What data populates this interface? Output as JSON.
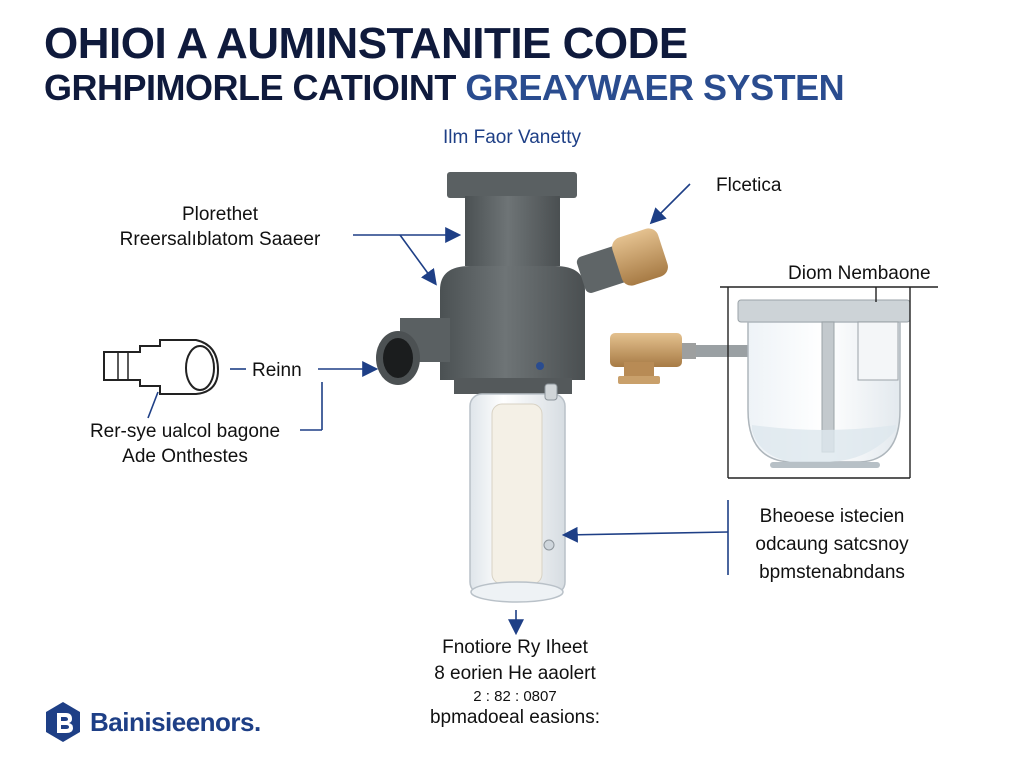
{
  "header": {
    "title_line1": "OHIOI A AUMINSTANITIE CODE",
    "title_line2_a": "GRHPIMORLE CATIOINT",
    "title_line2_b": "GREAYWAER SYSTEN",
    "subtitle": "Ilm Faor Vanetty"
  },
  "labels": {
    "top_right": "Flcetica",
    "left_title_1": "Plorethet",
    "left_title_2": "Rreersalıblatom Saaeer",
    "left_mid": "Reinn",
    "left_bottom_1": "Rer-sye ualcol bagone",
    "left_bottom_2": "Ade Onthestes",
    "right_tank": "Diom Nembaone",
    "right_mid_1": "Bheoese istecien",
    "right_mid_2": "odcaung satcsnoy",
    "right_mid_3": "bpmstenabndans",
    "bottom_1": "Fnotiore Ry Iheet",
    "bottom_2": "8 eorien He aaolert",
    "bottom_3": "2 : 82 : 0807",
    "bottom_4": "bpmadoeal easions:"
  },
  "logo": {
    "text": "Bainisieenors."
  },
  "colors": {
    "navy": "#0f1a3c",
    "accent_blue": "#1e3f86",
    "housing_grey": "#5e6466",
    "brass": "#c9a06b"
  }
}
